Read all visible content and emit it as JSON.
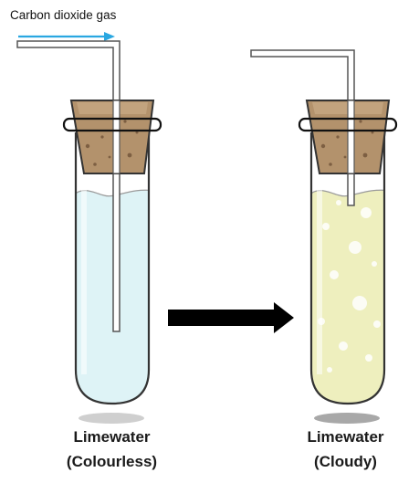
{
  "labels": {
    "gas": "Carbon dioxide gas",
    "left_title": "Limewater",
    "left_state": "(Colourless)",
    "right_title": "Limewater",
    "right_state": "(Cloudy)"
  },
  "colors": {
    "arrow_blue": "#29a7e1",
    "cork": "#b3926c",
    "cork_dark": "#8f7050",
    "colourless_limewater": "#def3f6",
    "cloudy_limewater": "#eeefbe",
    "tube_outline": "#333333",
    "big_arrow": "#000000",
    "shadow": "#cfcfcf"
  },
  "icons": {
    "gas_flow": "arrow-right-icon",
    "reaction": "arrow-right-icon"
  }
}
